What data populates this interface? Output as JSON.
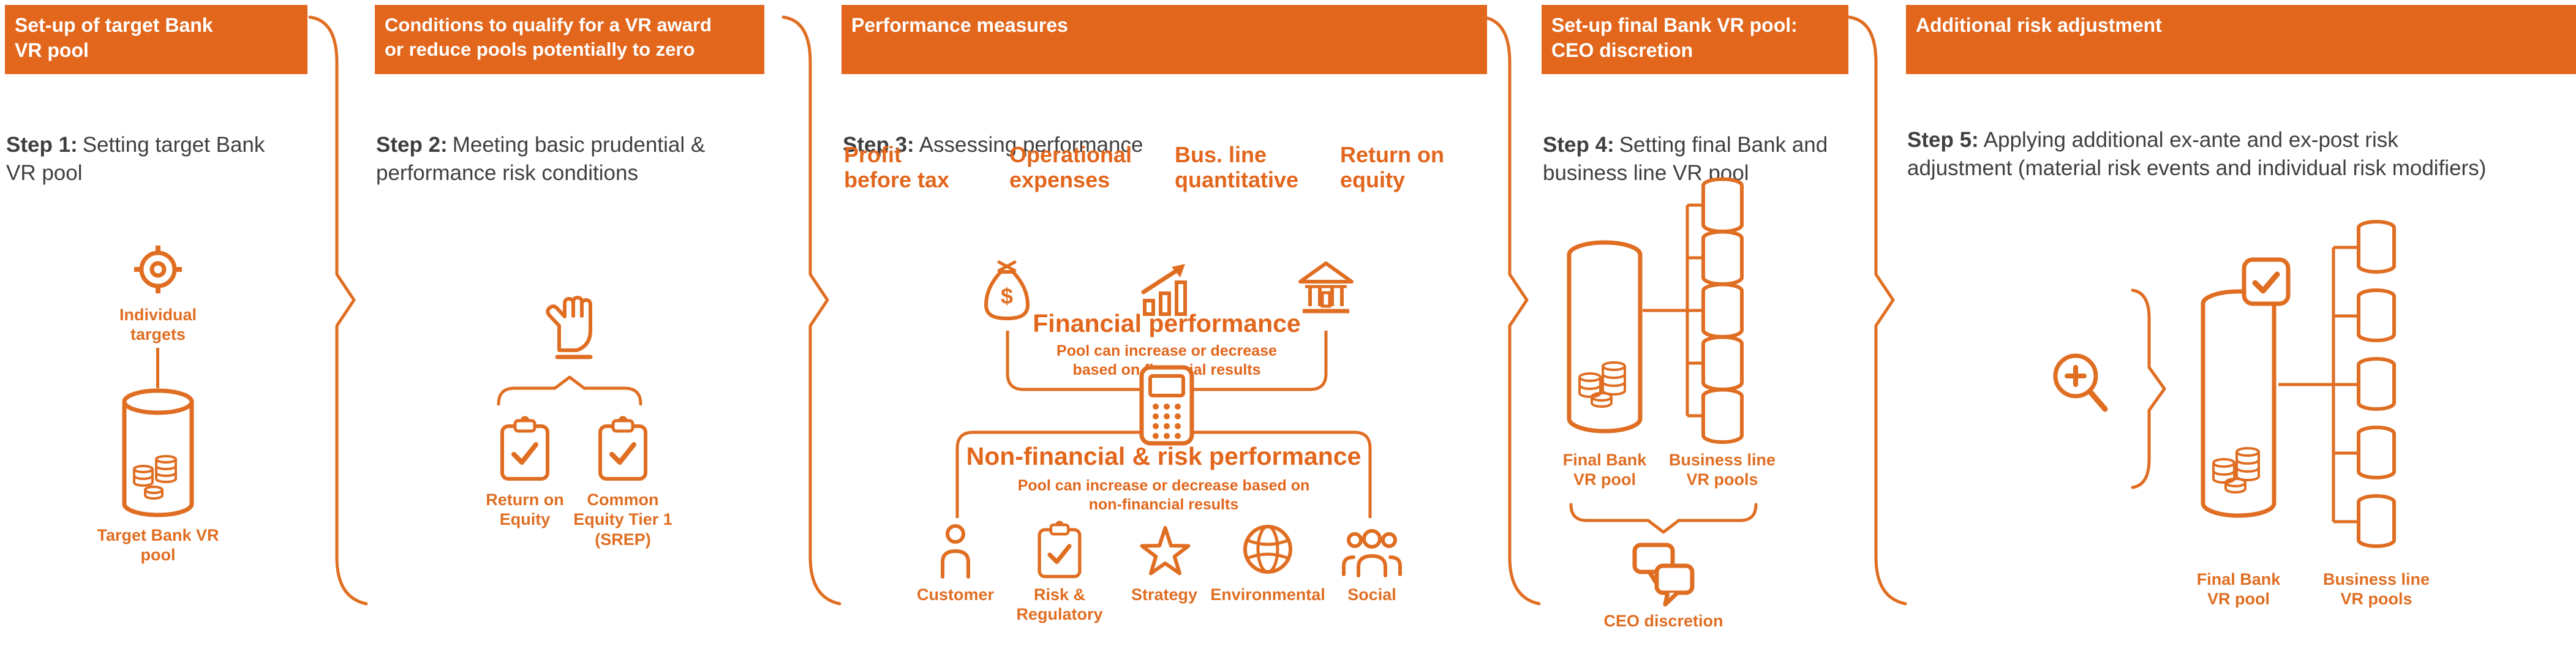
{
  "colors": {
    "header_bg": "#E2661C",
    "accent_line": "#E06E22",
    "step_text": "#3F3F3F",
    "background": "#FFFFFF"
  },
  "panels": [
    {
      "header": "Set-up of target Bank\nVR pool",
      "step_label": "Step 1:",
      "step_text": "Setting target Bank VR pool",
      "labels": {
        "individual_targets": "Individual\ntargets",
        "target_pool": "Target Bank VR\npool"
      }
    },
    {
      "header": "Conditions to qualify for a VR award\nor reduce pools potentially to zero",
      "step_label": "Step 2:",
      "step_text": "Meeting basic prudential & performance risk conditions",
      "conditions": [
        "Return on\nEquity",
        "Common\nEquity Tier 1\n(SREP)"
      ]
    },
    {
      "header": "Performance measures",
      "step_label": "Step 3:",
      "step_text": "Assessing performance",
      "measures": [
        "Profit\nbefore tax",
        "Operational\nexpenses",
        "Bus. line\nquantitative",
        "Return on\nequity"
      ],
      "financial": {
        "title": "Financial performance",
        "subtitle": "Pool can increase or decrease\nbased on financial results"
      },
      "non_financial": {
        "title": "Non-financial & risk performance",
        "subtitle": "Pool can increase or decrease based on\nnon-financial results",
        "factors": [
          "Customer",
          "Risk &\nRegulatory",
          "Strategy",
          "Environmental",
          "Social"
        ]
      }
    },
    {
      "header": "Set-up final Bank VR pool:\nCEO discretion",
      "step_label": "Step 4:",
      "step_text": "Setting final Bank and business line VR pool",
      "labels": {
        "final_pool": "Final Bank\nVR pool",
        "business_pools": "Business line\nVR pools",
        "discretion": "CEO discretion"
      }
    },
    {
      "header": "Additional risk adjustment",
      "step_label": "Step 5:",
      "step_text": "Applying additional ex-ante and ex-post risk\nadjustment (material risk events and individual risk modifiers)",
      "labels": {
        "final_pool": "Final Bank\nVR pool",
        "business_pools": "Business line\nVR pools"
      }
    }
  ]
}
